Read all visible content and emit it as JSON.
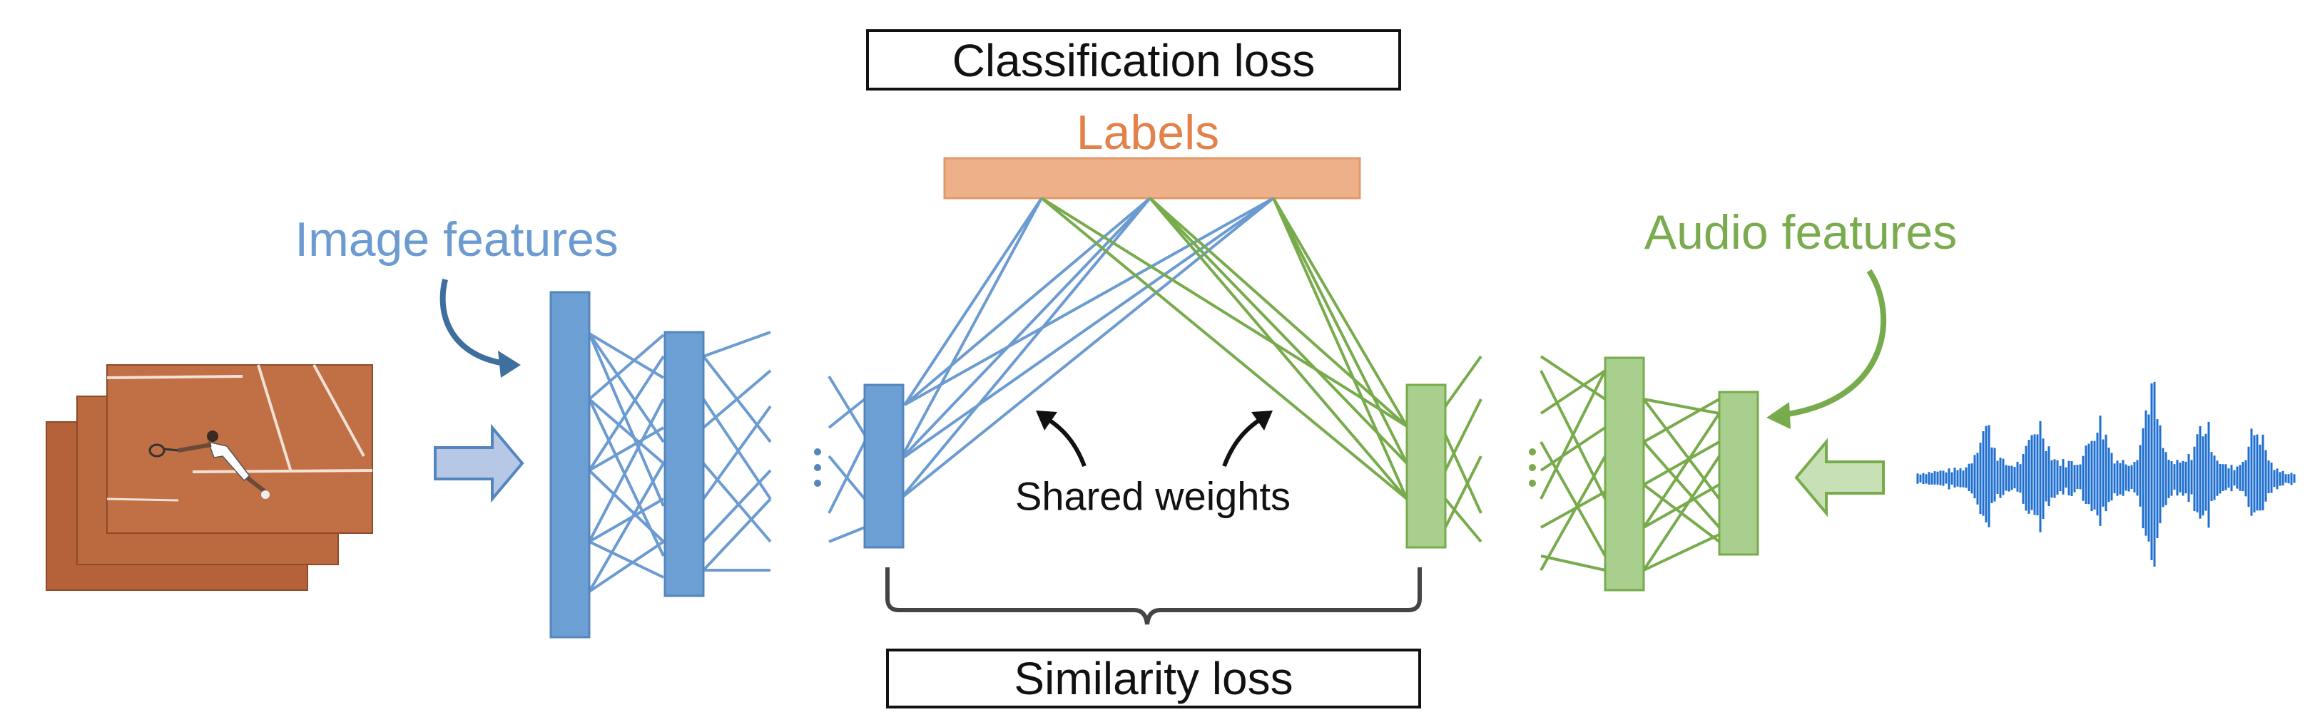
{
  "classification_loss": "Classification loss",
  "labels": "Labels",
  "image_features": "Image features",
  "audio_features": "Audio features",
  "shared_weights": "Shared weights",
  "similarity_loss": "Similarity loss",
  "colors": {
    "blue_text": "#6b9bd1",
    "blue_layer": "#6c9fd4",
    "blue_stroke": "#5585bd",
    "blue_dark_arrow": "#3f6f9f",
    "blue_big_arrow_fill": "#b7c8e6",
    "green_text": "#7aac4f",
    "green_layer": "#a9cf8e",
    "green_stroke": "#77ab4c",
    "labels_fill": "#eeb088",
    "labels_text": "#e2824a",
    "waveform": "#1e6fd0",
    "court": "#b5623a",
    "dark": "#333333"
  }
}
